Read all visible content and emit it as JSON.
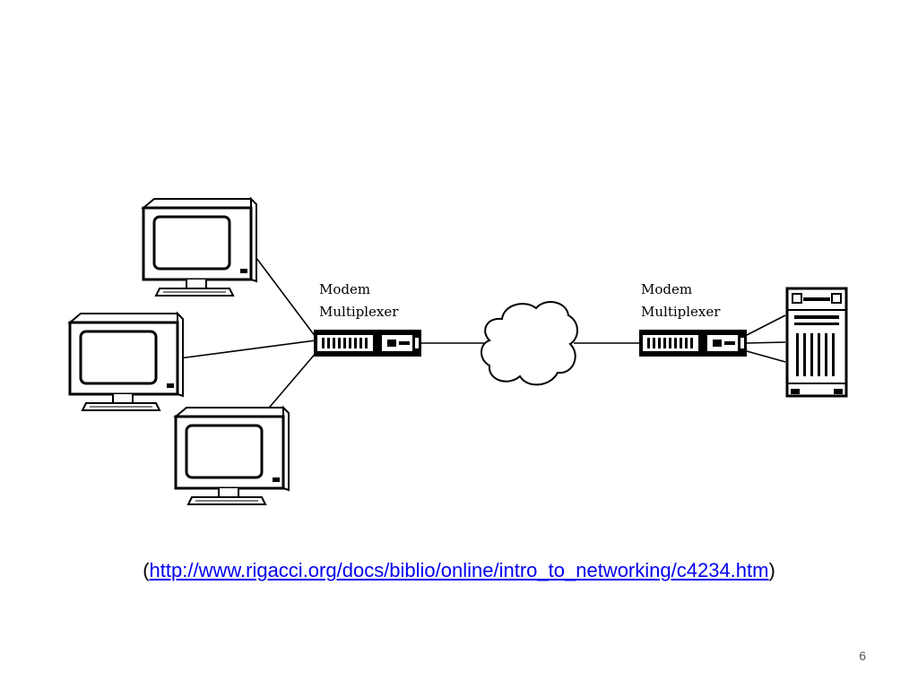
{
  "diagram": {
    "left_mux": {
      "line1": "Modem",
      "line2": "Multiplexer"
    },
    "right_mux": {
      "line1": "Modem",
      "line2": "Multiplexer"
    }
  },
  "citation": {
    "open": "(",
    "url": "http://www.rigacci.org/docs/biblio/online/intro_to_networking/c4234.htm",
    "close": ")"
  },
  "slide": {
    "page_number": "6"
  },
  "icons": [
    "monitor-icon",
    "modem-multiplexer-icon",
    "network-cloud-icon",
    "server-icon"
  ],
  "colors": {
    "link": "#0000ee",
    "line": "#000000",
    "background": "#ffffff"
  }
}
